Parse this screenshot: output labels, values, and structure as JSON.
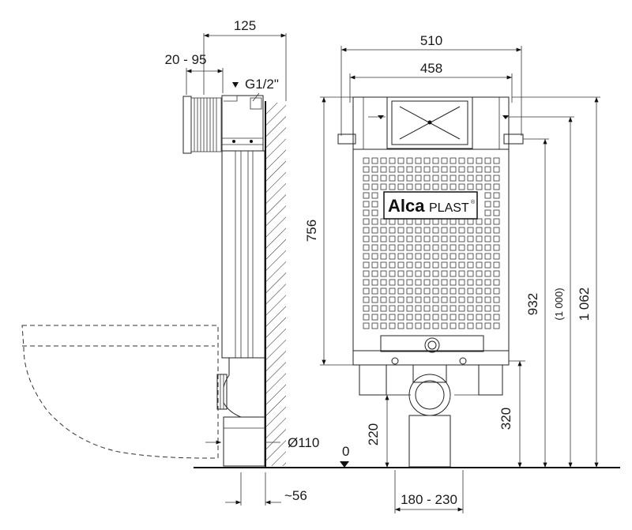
{
  "dimensions": {
    "wall_offset": "125",
    "adjust_range": "20 - 95",
    "thread": "G1/2\"",
    "pipe_diameter": "Ø110",
    "pipe_offset": "~56",
    "frame_width": "510",
    "frame_inner": "458",
    "frame_height": "756",
    "outlet_height": "220",
    "outlet_spacing": "180 - 230",
    "anchor_height": "320",
    "total_height": "932",
    "height_alt": "(1 000)",
    "max_height": "1 062",
    "floor_level": "0"
  },
  "logo": {
    "brand_bold": "Alca",
    "brand_light": "PLAST",
    "reg": "®"
  }
}
